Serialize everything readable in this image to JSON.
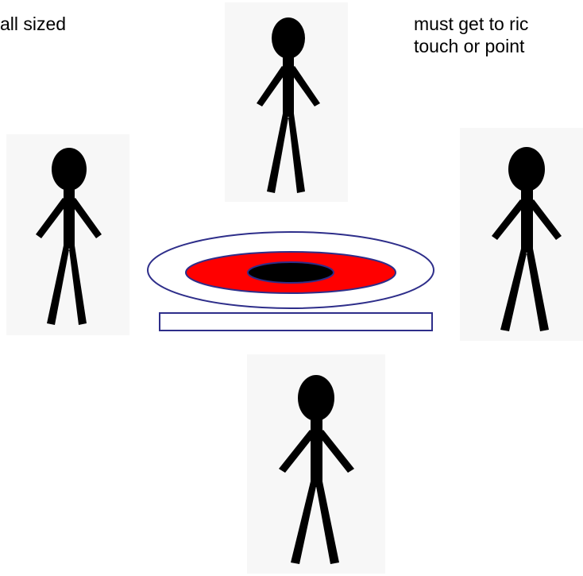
{
  "texts": {
    "top_left": "all sized",
    "top_right_line1": "must get to ric",
    "top_right_line2": "touch or point"
  },
  "colors": {
    "figure": "#000000",
    "panel_bg": "#f7f7f7",
    "target_outline": "#2e2e8a",
    "target_ring": "#ff0000",
    "target_center": "#000000",
    "target_outer": "#ffffff"
  },
  "figures": [
    "stick-figure-top",
    "stick-figure-left",
    "stick-figure-right",
    "stick-figure-bottom"
  ]
}
